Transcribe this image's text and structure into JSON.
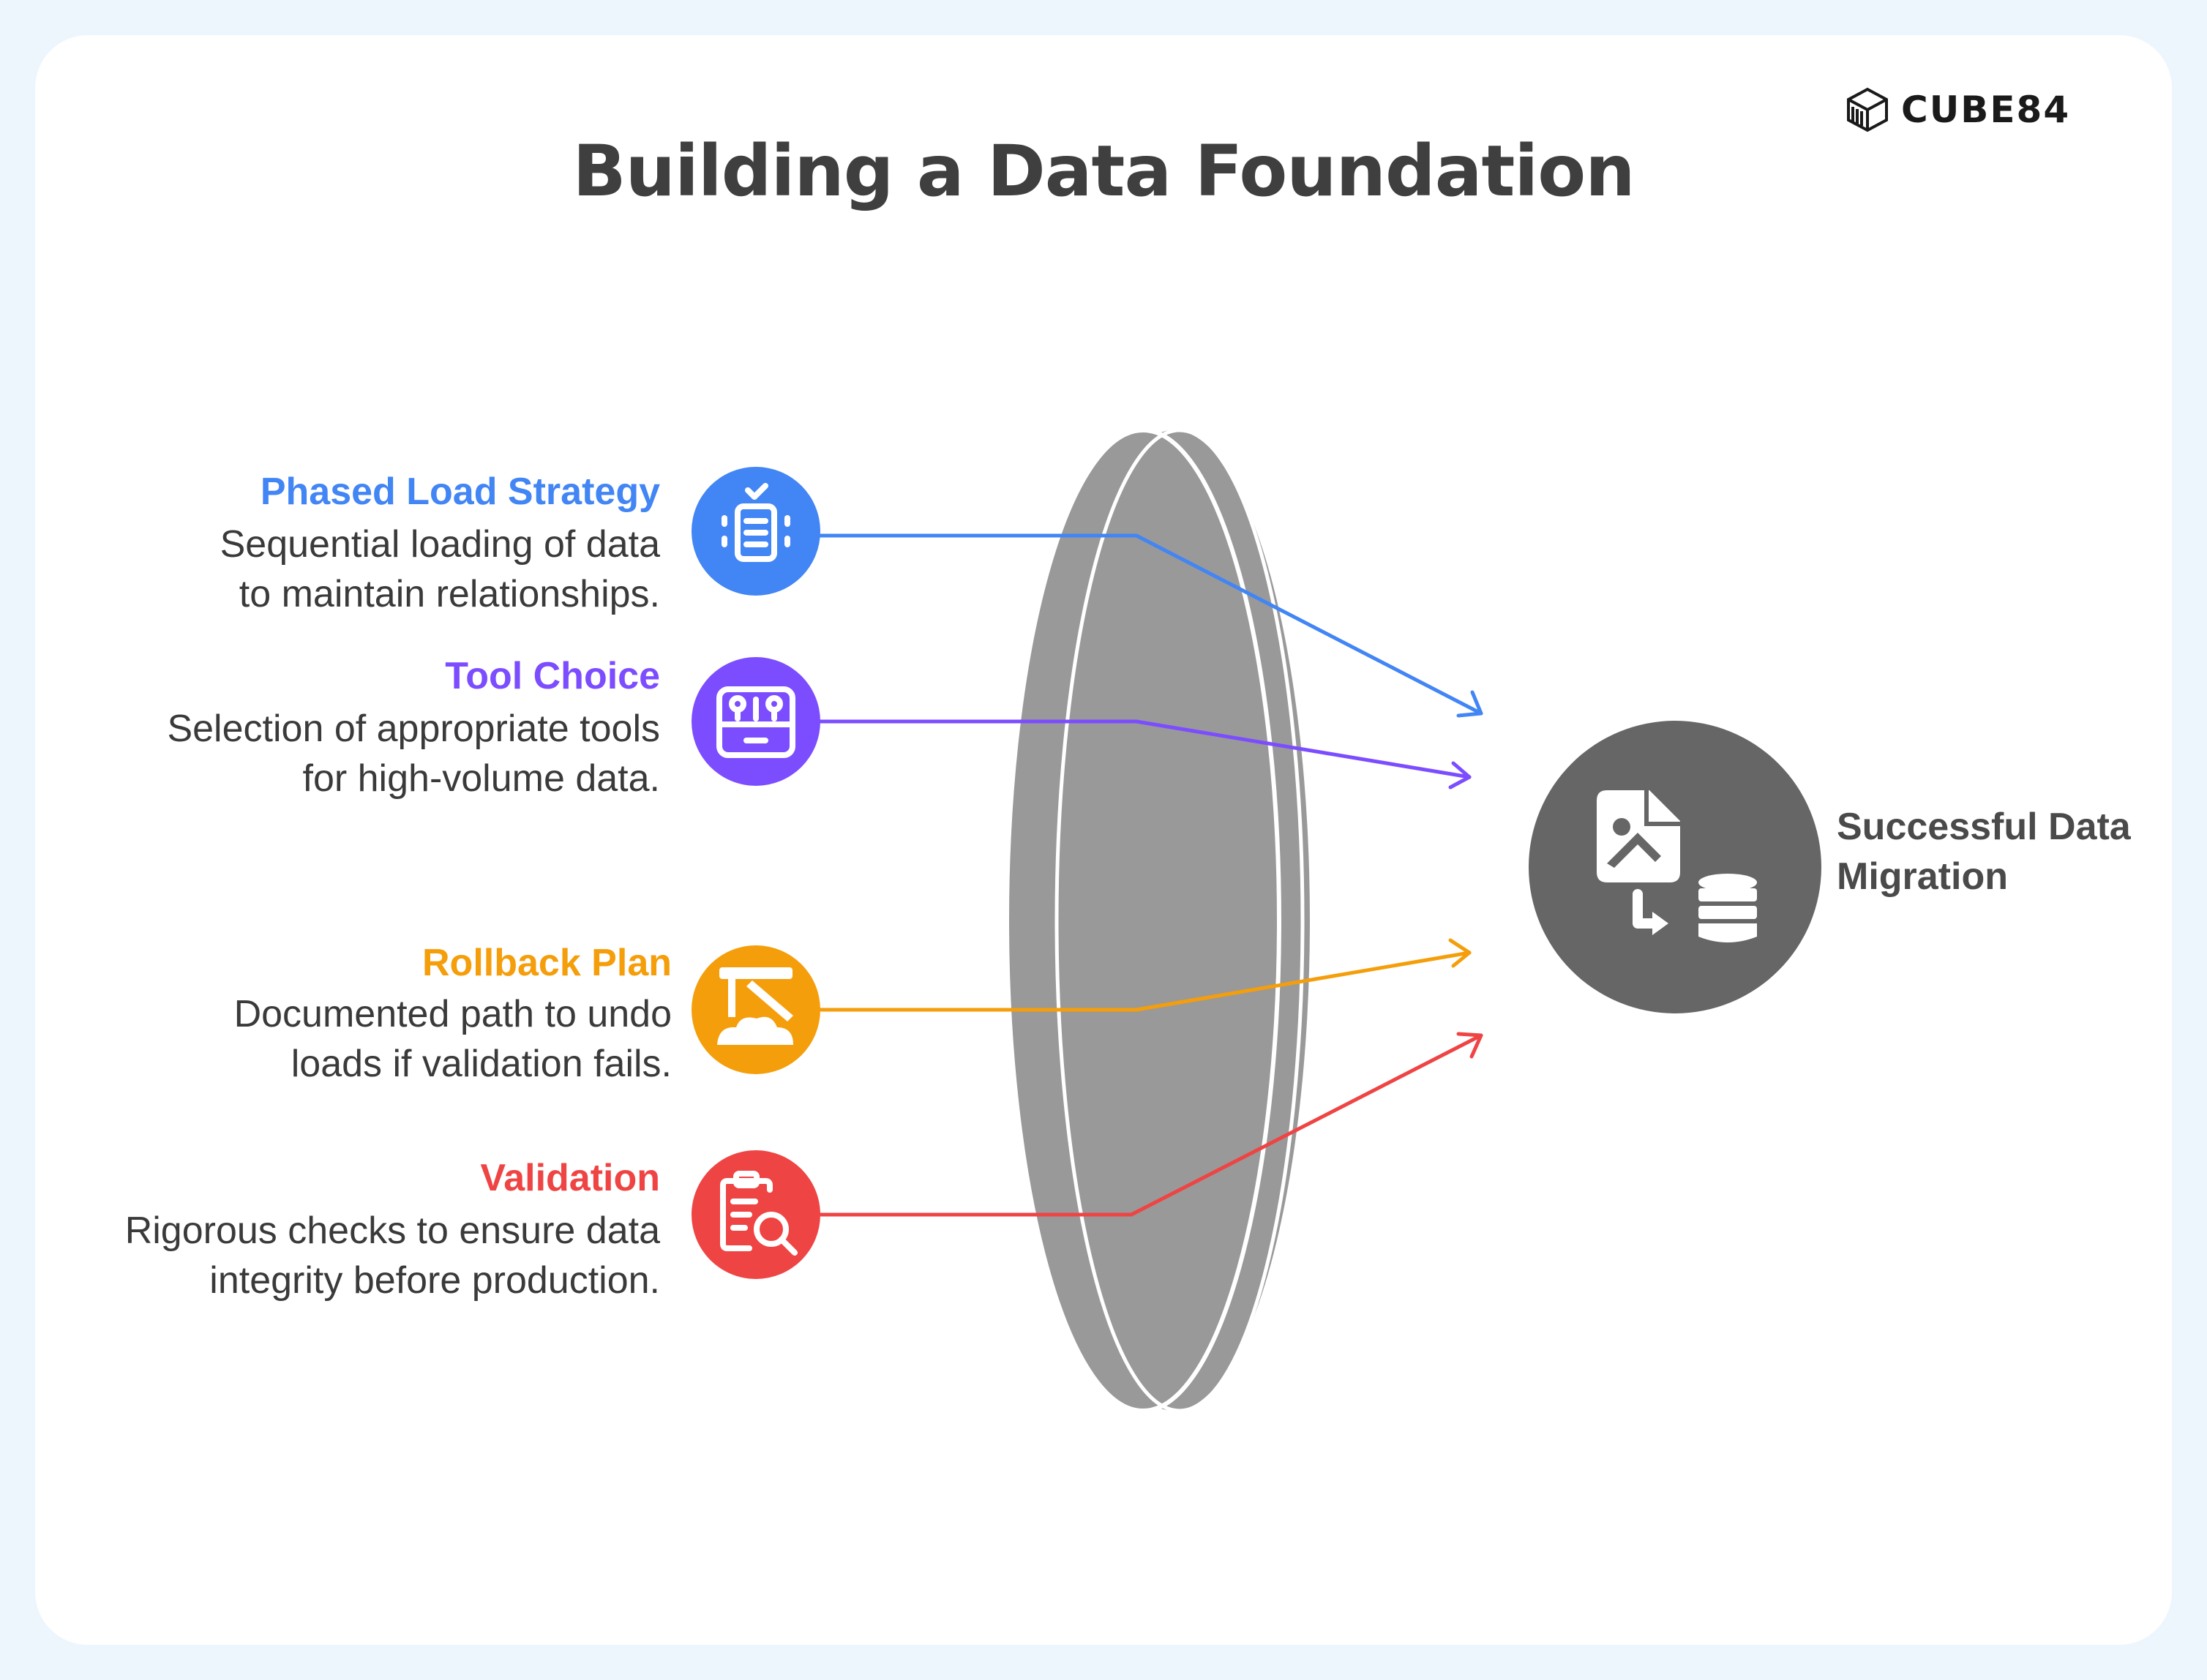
{
  "title": "Building a Data Foundation",
  "brand": {
    "name": "CUBE84"
  },
  "colors": {
    "phased": "#4285f4",
    "tool": "#7c4dff",
    "rollback": "#f59e0b",
    "validation": "#ef4444",
    "lens": "#999999",
    "result": "#666666"
  },
  "items": [
    {
      "title": "Phased Load Strategy",
      "desc_line1": "Sequential loading of data",
      "desc_line2": "to maintain relationships.",
      "icon": "server-rack-icon"
    },
    {
      "title": "Tool Choice",
      "desc_line1": "Selection of appropriate tools",
      "desc_line2": "for high-volume data.",
      "icon": "toolbox-icon"
    },
    {
      "title": "Rollback Plan",
      "desc_line1": "Documented path to undo",
      "desc_line2": "loads if validation fails.",
      "icon": "rollback-icon"
    },
    {
      "title": "Validation",
      "desc_line1": "Rigorous checks to ensure data",
      "desc_line2": "integrity before production.",
      "icon": "clipboard-search-icon"
    }
  ],
  "result": {
    "line1": "Successful Data",
    "line2": "Migration",
    "icon": "data-migration-icon"
  }
}
